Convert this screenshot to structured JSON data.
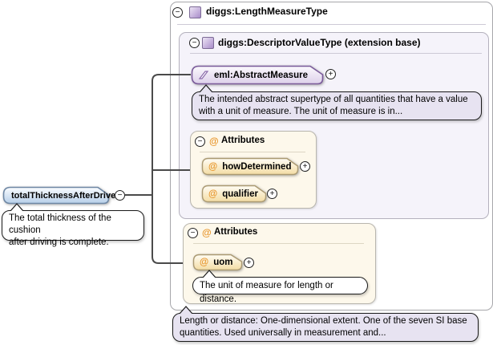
{
  "colors": {
    "element_border_purple": "#7a5a9a",
    "element_fill_purple": "#ddd0ea",
    "element_border_blue": "#6f88a5",
    "element_fill_blue": "#b7cfe9",
    "attribute_fill": "#f3dca4",
    "attribute_at_orange": "#e8972e",
    "annotation_bg": "#e7e3f1",
    "connector": "#4a4a4a"
  },
  "icons": {
    "collapse_glyph": "−",
    "expand_glyph": "+",
    "attribute_glyph": "@"
  },
  "element": {
    "name": "totalThicknessAfterDrive",
    "annotation": "The total thickness of the cushion\nafter driving is complete."
  },
  "type_box": {
    "title": "diggs:LengthMeasureType",
    "annotation": "Length or distance: One-dimensional extent. One of the seven SI base\nquantities. Used universally in measurement and...",
    "extension": {
      "title": "diggs:DescriptorValueType (extension base)",
      "base_element": {
        "name": "eml:AbstractMeasure",
        "annotation": "The intended abstract supertype of all quantities that have a value\nwith a unit of measure. The unit of measure is in..."
      },
      "attributes_group": {
        "title": "Attributes",
        "attributes": [
          {
            "name": "howDetermined"
          },
          {
            "name": "qualifier"
          }
        ]
      }
    },
    "attributes_group": {
      "title": "Attributes",
      "attributes": [
        {
          "name": "uom",
          "annotation": "The unit of measure for length or distance."
        }
      ]
    }
  }
}
